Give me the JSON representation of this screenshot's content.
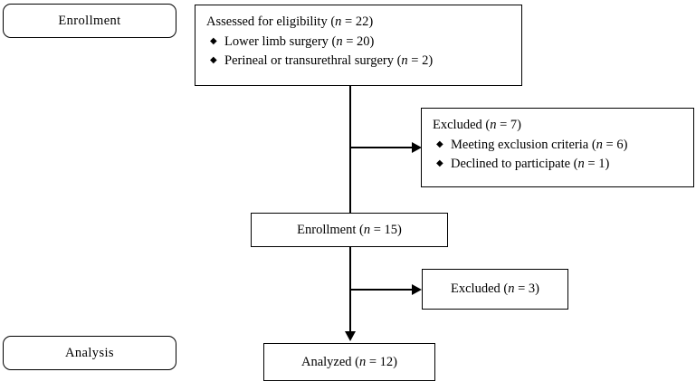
{
  "diagram": {
    "type": "consort-flow-diagram",
    "background_color": "#ffffff",
    "line_color": "#000000",
    "text_color": "#000000",
    "stages": [
      {
        "id": "enrollment",
        "label": "Enrollment"
      },
      {
        "id": "analysis",
        "label": "Analysis"
      }
    ],
    "nodes": {
      "assessed": {
        "title": "Assessed for eligibility (n = 22)",
        "title_prefix": "Assessed for eligibility (",
        "title_var": "n",
        "title_suffix": " = 22)",
        "items": [
          {
            "prefix": "Lower limb surgery (",
            "var": "n",
            "suffix": " = 20)",
            "bullet": "diamond-bullet"
          },
          {
            "prefix": "Perineal or transurethral surgery (",
            "var": "n",
            "suffix": " = 2)",
            "bullet": "diamond-bullet"
          }
        ]
      },
      "excluded_first": {
        "title_prefix": "Excluded (",
        "title_var": "n",
        "title_suffix": " = 7)",
        "items": [
          {
            "prefix": "Meeting exclusion criteria (",
            "var": "n",
            "suffix": " = 6)",
            "bullet": "diamond-bullet"
          },
          {
            "prefix": "Declined to participate (",
            "var": "n",
            "suffix": " = 1)",
            "bullet": "diamond-bullet"
          }
        ]
      },
      "enrolled": {
        "title_prefix": "Enrollment (",
        "title_var": "n",
        "title_suffix": " = 15)"
      },
      "excluded_second": {
        "title_prefix": "Excluded (",
        "title_var": "n",
        "title_suffix": " = 3)"
      },
      "analyzed": {
        "title_prefix": "Analyzed (",
        "title_var": "n",
        "title_suffix": " = 12)"
      }
    },
    "counts": {
      "assessed_for_eligibility": 22,
      "lower_limb_surgery": 20,
      "perineal_or_transurethral_surgery": 2,
      "excluded_first": 7,
      "meeting_exclusion_criteria": 6,
      "declined_to_participate": 1,
      "enrolled": 15,
      "excluded_second": 3,
      "analyzed": 12
    },
    "bullet_glyph": "◆"
  }
}
